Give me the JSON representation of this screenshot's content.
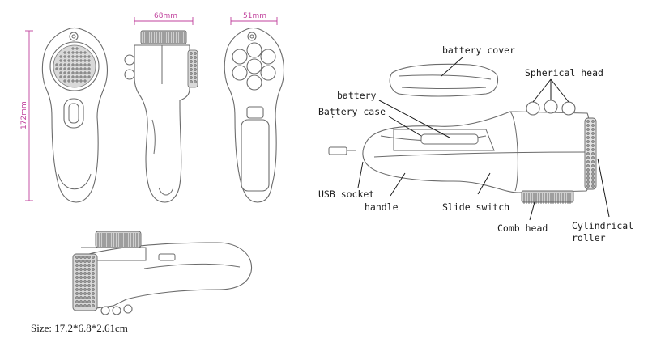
{
  "dimensions": {
    "width_label": "68mm",
    "depth_label": "51mm",
    "height_label": "172mm"
  },
  "size_text": "Size: 17.2*6.8*2.61cm",
  "labels": {
    "battery_cover": "battery cover",
    "spherical_head": "Spherical head",
    "battery": "battery",
    "battery_case": "Battery case",
    "usb_socket": "USB socket",
    "handle": "handle",
    "slide_switch": "Slide switch",
    "comb_head": "Comb head",
    "cylindrical_roller_1": "Cylindrical",
    "cylindrical_roller_2": "roller"
  },
  "colors": {
    "dimension": "#c0409c",
    "outline": "#6b6b6b",
    "text": "#1a1a1a"
  }
}
